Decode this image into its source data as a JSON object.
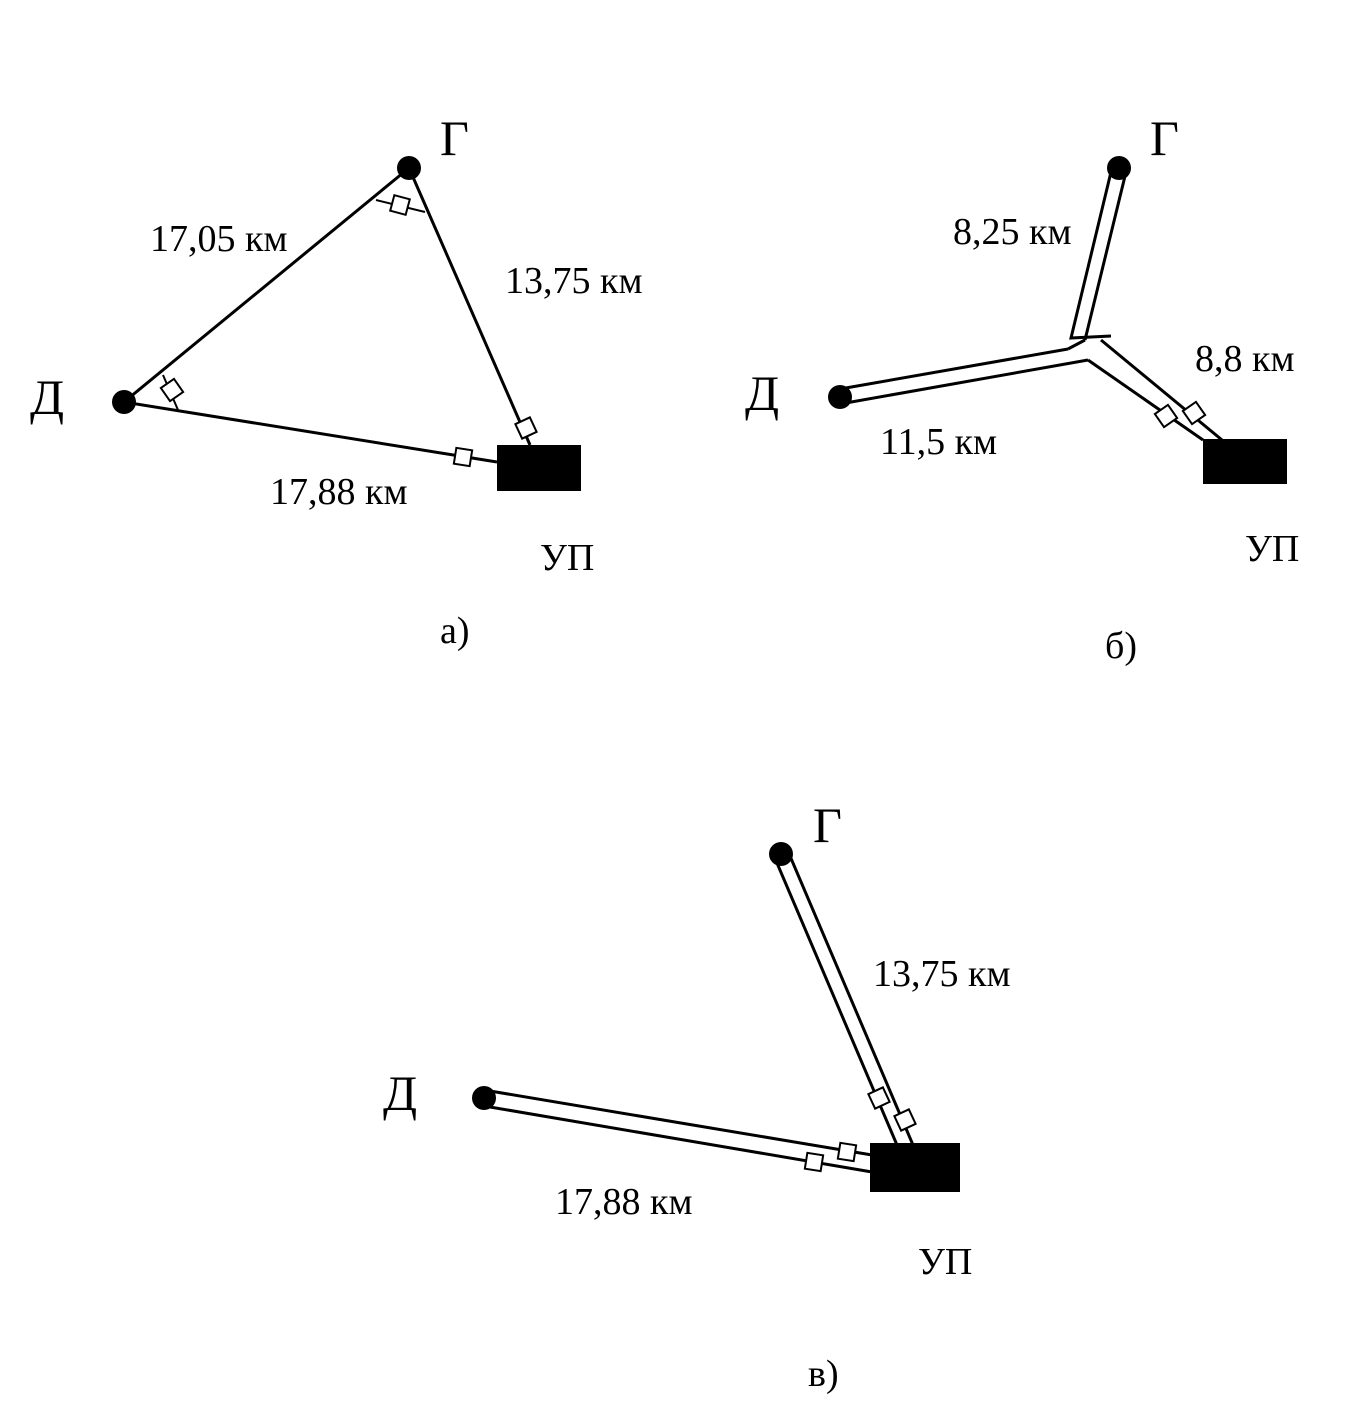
{
  "diagram_a": {
    "node_g": "Г",
    "node_d": "Д",
    "node_up": "УП",
    "dist_d_g": "17,05 км",
    "dist_g_up": "13,75 км",
    "dist_d_up": "17,88 км",
    "caption": "а)"
  },
  "diagram_b": {
    "node_g": "Г",
    "node_d": "Д",
    "node_up": "УП",
    "dist_g_junction": "8,25 км",
    "dist_junction_up": "8,8 км",
    "dist_d_junction": "11,5 км",
    "caption": "б)"
  },
  "diagram_c": {
    "node_g": "Г",
    "node_d": "Д",
    "node_up": "УП",
    "dist_g_up": "13,75 км",
    "dist_d_up": "17,88 км",
    "caption": "в)"
  },
  "colors": {
    "ink": "#000000",
    "paper": "#ffffff"
  }
}
